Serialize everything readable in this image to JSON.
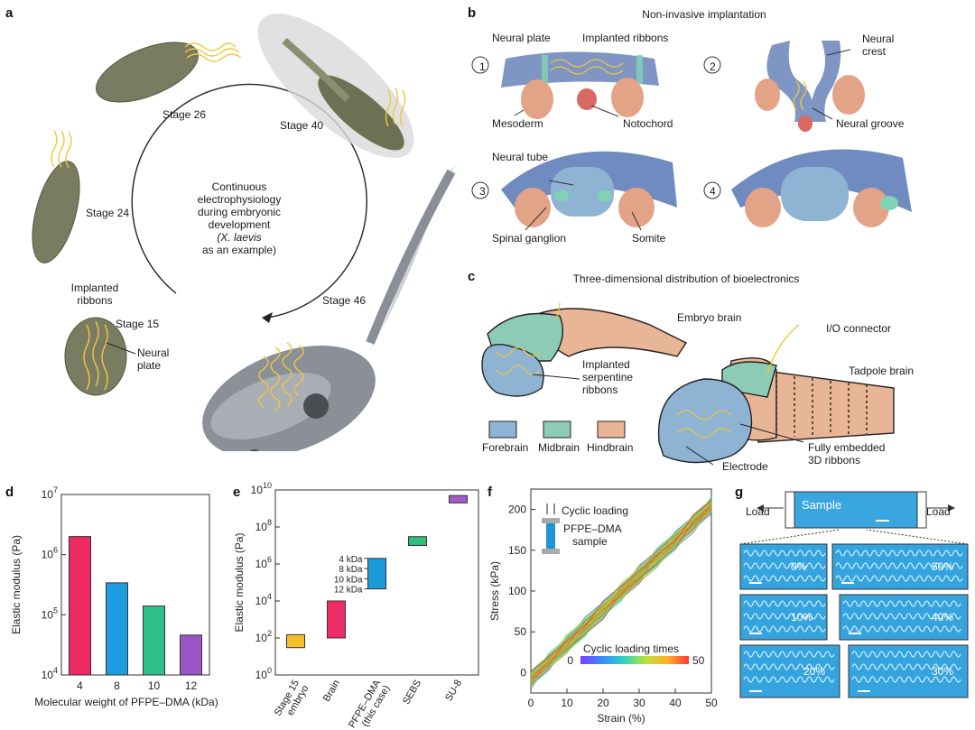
{
  "panels": {
    "a": {
      "letter": "a",
      "stage26": "Stage 26",
      "stage40": "Stage 40",
      "stage24": "Stage 24",
      "stage46": "Stage 46",
      "stage15": "Stage 15",
      "implanted": [
        "Implanted",
        "ribbons"
      ],
      "neural_plate": [
        "Neural",
        "plate"
      ],
      "cycle_text": [
        "Continuous",
        "electrophysiology",
        "during embryonic",
        "development",
        "(X. laevis",
        "as an example)"
      ]
    },
    "b": {
      "letter": "b",
      "title": "Non-invasive implantation",
      "steps": [
        "1",
        "2",
        "3",
        "4"
      ],
      "neural_plate": "Neural plate",
      "implanted_ribbons": "Implanted ribbons",
      "mesoderm": "Mesoderm",
      "notochord": "Notochord",
      "neural_crest": [
        "Neural",
        "crest"
      ],
      "neural_groove": "Neural groove",
      "neural_tube": "Neural tube",
      "spinal_ganglion": "Spinal ganglion",
      "somite": "Somite"
    },
    "c": {
      "letter": "c",
      "title": "Three-dimensional distribution of bioelectronics",
      "embryo_brain": "Embryo brain",
      "io_connector": "I/O connector",
      "tadpole_brain": "Tadpole brain",
      "implanted_serpentine": [
        "Implanted",
        "serpentine",
        "ribbons"
      ],
      "fully_embedded": [
        "Fully embedded",
        "3D ribbons"
      ],
      "electrode": "Electrode",
      "legend": [
        {
          "label": "Forebrain",
          "color": "#8fb3d3"
        },
        {
          "label": "Midbrain",
          "color": "#8ccbb5"
        },
        {
          "label": "Hindbrain",
          "color": "#e9b597"
        }
      ]
    },
    "g": {
      "letter": "g",
      "sample": "Sample",
      "load_left": "Load",
      "load_right": "Load",
      "strains": [
        "0%",
        "50%",
        "10%",
        "40%",
        "20%",
        "30%"
      ]
    }
  },
  "chart_data": [
    {
      "panel": "d",
      "type": "bar",
      "xlabel": "Molecular weight of PFPE–DMA (kDa)",
      "ylabel": "Elastic modulus (Pa)",
      "yscale": "log",
      "ylim": [
        10000,
        10000000
      ],
      "yticks": [
        {
          "base": "10",
          "exp": "4"
        },
        {
          "base": "10",
          "exp": "5"
        },
        {
          "base": "10",
          "exp": "6"
        },
        {
          "base": "10",
          "exp": "7"
        }
      ],
      "categories": [
        "4",
        "8",
        "10",
        "12"
      ],
      "values": [
        2000000,
        340000,
        140000,
        46000
      ],
      "colors": [
        "#ee2a63",
        "#1f9be0",
        "#2ec08a",
        "#9b55c6"
      ]
    },
    {
      "panel": "e",
      "type": "bar",
      "ylabel": "Elastic modulus (Pa)",
      "yscale": "log",
      "ylim": [
        1,
        10000000000
      ],
      "yticks": [
        {
          "base": "10",
          "exp": "0"
        },
        {
          "base": "10",
          "exp": "2"
        },
        {
          "base": "10",
          "exp": "4"
        },
        {
          "base": "10",
          "exp": "6"
        },
        {
          "base": "10",
          "exp": "8"
        },
        {
          "base": "10",
          "exp": "10"
        }
      ],
      "categories": [
        "Stage 15 embryo",
        "Brain",
        "PFPE–DMA (this case)",
        "SEBS",
        "SU-8"
      ],
      "category_lines": [
        [
          "Stage 15",
          "embryo"
        ],
        [
          "Brain"
        ],
        [
          "PFPE–DMA",
          "(this case)"
        ],
        [
          "SEBS"
        ],
        [
          "SU-8"
        ]
      ],
      "ranges": [
        [
          30,
          150
        ],
        [
          100,
          10000
        ],
        [
          45000,
          2000000
        ],
        [
          10000000,
          30000000
        ],
        [
          2000000000,
          5000000000
        ]
      ],
      "colors": [
        "#f6bd2c",
        "#ef2e69",
        "#1c9ad6",
        "#2bbf7a",
        "#a25cc8"
      ],
      "inset_labels": [
        "4 kDa",
        "8 kDa",
        "10 kDa",
        "12 kDa"
      ]
    },
    {
      "panel": "f",
      "type": "line",
      "xlabel": "Strain (%)",
      "ylabel": "Stress (kPa)",
      "xlim": [
        0,
        50
      ],
      "ylim": [
        -25,
        225
      ],
      "xticks": [
        "0",
        "10",
        "20",
        "30",
        "40",
        "50"
      ],
      "yticks": [
        "0",
        "50",
        "100",
        "150",
        "200"
      ],
      "series": {
        "x": [
          0,
          50
        ],
        "y": [
          -8,
          205
        ],
        "count": 50
      },
      "legend_title": "Cyclic loading times",
      "colorbar_min": "0",
      "colorbar_max": "50",
      "inset_title": "Cyclic loading",
      "inset_sample": [
        "PFPE–DMA",
        "sample"
      ]
    }
  ]
}
